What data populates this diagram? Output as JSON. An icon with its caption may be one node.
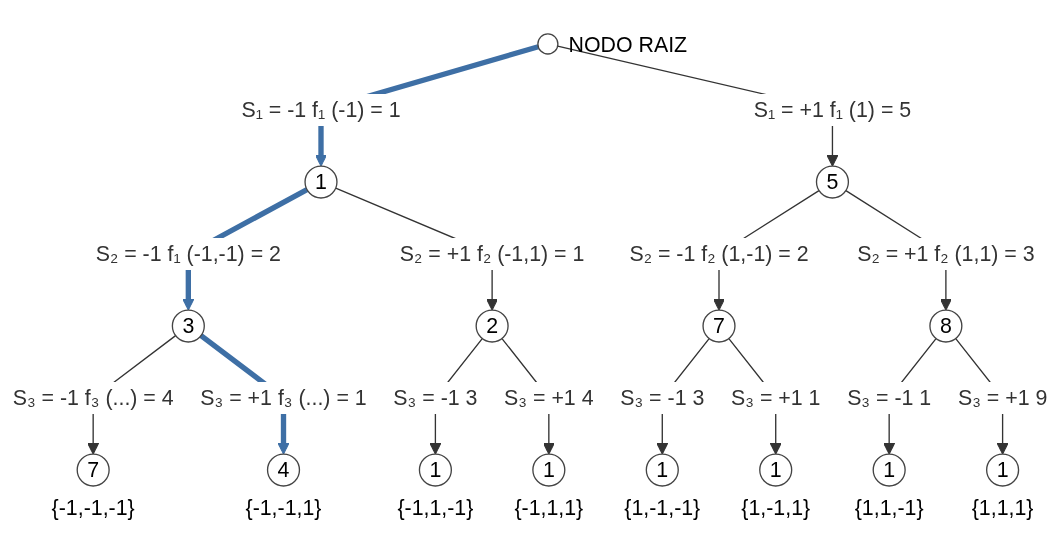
{
  "diagram": {
    "nodes": [
      {
        "text": [],
        "shape": "circle",
        "beside": [
          "NODO RAIZ"
        ]
      },
      {
        "text": [
          "1"
        ]
      },
      {
        "text": [
          "5"
        ]
      },
      {
        "text": [
          "3"
        ]
      },
      {
        "text": [
          "2"
        ]
      },
      {
        "text": [
          "7"
        ]
      },
      {
        "text": [
          "8"
        ]
      },
      {
        "text": [
          "7"
        ],
        "beside": [
          "{-1,-1,-1}"
        ]
      },
      {
        "text": [
          "4"
        ],
        "beside": [
          "{-1,-1,1}"
        ]
      },
      {
        "text": [
          "1"
        ],
        "beside": [
          "{-1,1,-1}"
        ]
      },
      {
        "text": [
          "1"
        ],
        "beside": [
          "{-1,1,1}"
        ]
      },
      {
        "text": [
          "1"
        ],
        "beside": [
          "{1,-1,-1}"
        ]
      },
      {
        "text": [
          "1"
        ],
        "beside": [
          "{1,-1,1}"
        ]
      },
      {
        "text": [
          "1"
        ],
        "beside": [
          "{1,1,-1}"
        ]
      },
      {
        "text": [
          "1"
        ],
        "beside": [
          "{1,1,1}"
        ]
      }
    ],
    "edges": [
      {
        "from": 0,
        "to": 1,
        "arrow": "to",
        "label": "S₁ = -1 f₁ (-1) = 1",
        "style": "thick",
        "color": "#3e6fa5"
      },
      {
        "from": 0,
        "to": 2,
        "arrow": "to",
        "label": "S₁ = +1 f₁ (1) = 5"
      },
      {
        "from": 1,
        "to": 3,
        "arrow": "to",
        "label": "S₂ = -1 f₁ (-1,-1) = 2",
        "style": "thick",
        "color": "#3e6fa5"
      },
      {
        "from": 1,
        "to": 4,
        "arrow": "to",
        "label": "S₂ = +1 f₂ (-1,1) = 1"
      },
      {
        "from": 2,
        "to": 5,
        "arrow": "to",
        "label": "S₂ = -1 f₂ (1,-1) = 2"
      },
      {
        "from": 2,
        "to": 6,
        "arrow": "to",
        "label": "S₂ = +1 f₂ (1,1) = 3"
      },
      {
        "from": 3,
        "to": 7,
        "arrow": "to",
        "label": "S₃ = -1 f₃ (...) = 4"
      },
      {
        "from": 3,
        "to": 8,
        "arrow": "to",
        "label": "S₃ = +1 f₃ (...) = 1",
        "style": "thick",
        "color": "#3e6fa5"
      },
      {
        "from": 4,
        "to": 9,
        "arrow": "to",
        "label": "S₃ = -1 3"
      },
      {
        "from": 4,
        "to": 10,
        "arrow": "to",
        "label": "S₃ = +1 4"
      },
      {
        "from": 5,
        "to": 11,
        "arrow": "to",
        "label": "S₃ = -1 3"
      },
      {
        "from": 5,
        "to": 12,
        "arrow": "to",
        "label": "S₃ = +1 1"
      },
      {
        "from": 6,
        "to": 13,
        "arrow": "to",
        "label": "S₃ = -1 1"
      },
      {
        "from": 6,
        "to": 14,
        "arrow": "to",
        "label": "S₃ = +1 9"
      }
    ]
  }
}
